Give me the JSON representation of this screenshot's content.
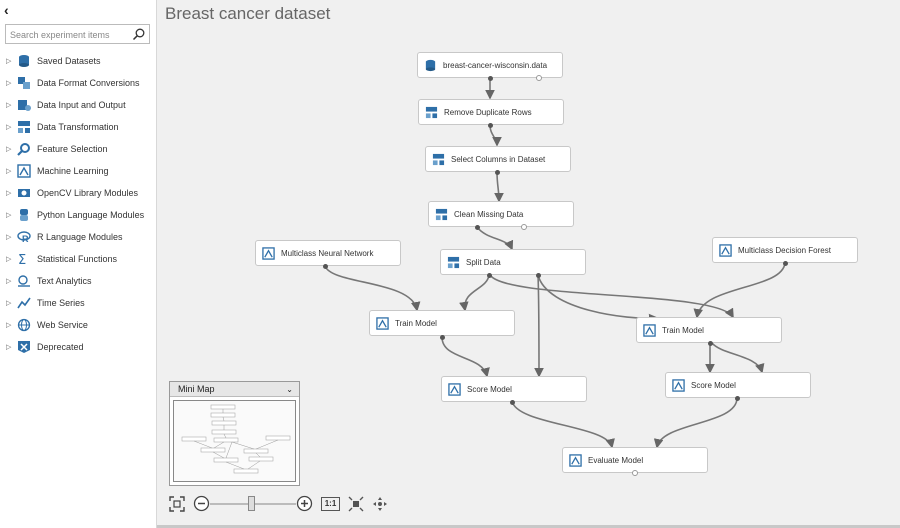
{
  "sidebar": {
    "collapse_glyph": "‹",
    "search_placeholder": "Search experiment items",
    "items": [
      {
        "label": "Saved Datasets",
        "icon": "dataset-icon"
      },
      {
        "label": "Data Format Conversions",
        "icon": "convert-icon"
      },
      {
        "label": "Data Input and Output",
        "icon": "io-icon"
      },
      {
        "label": "Data Transformation",
        "icon": "transform-icon"
      },
      {
        "label": "Feature Selection",
        "icon": "magnifier-icon"
      },
      {
        "label": "Machine Learning",
        "icon": "ml-icon"
      },
      {
        "label": "OpenCV Library Modules",
        "icon": "opencv-icon"
      },
      {
        "label": "Python Language Modules",
        "icon": "python-icon"
      },
      {
        "label": "R Language Modules",
        "icon": "r-icon"
      },
      {
        "label": "Statistical Functions",
        "icon": "sigma-icon"
      },
      {
        "label": "Text Analytics",
        "icon": "text-icon"
      },
      {
        "label": "Time Series",
        "icon": "chart-icon"
      },
      {
        "label": "Web Service",
        "icon": "globe-icon"
      },
      {
        "label": "Deprecated",
        "icon": "deprecated-icon"
      }
    ]
  },
  "experiment": {
    "title": "Breast cancer dataset",
    "modules": {
      "dataset": "breast-cancer-wisconsin.data",
      "dedupe": "Remove Duplicate Rows",
      "select": "Select Columns in Dataset",
      "clean": "Clean Missing Data",
      "split": "Split Data",
      "nn": "Multiclass Neural Network",
      "df": "Multiclass Decision Forest",
      "train1": "Train Model",
      "train2": "Train Model",
      "score1": "Score Model",
      "score2": "Score Model",
      "evaluate": "Evaluate Model"
    }
  },
  "minimap": {
    "title": "Mini Map",
    "toggle": "⌄"
  },
  "toolbar": {
    "actual_size_label": "1:1"
  },
  "colors": {
    "canvas": "#f0f0f0",
    "edge": "#666666",
    "icon_blue": "#2e6fa8"
  }
}
